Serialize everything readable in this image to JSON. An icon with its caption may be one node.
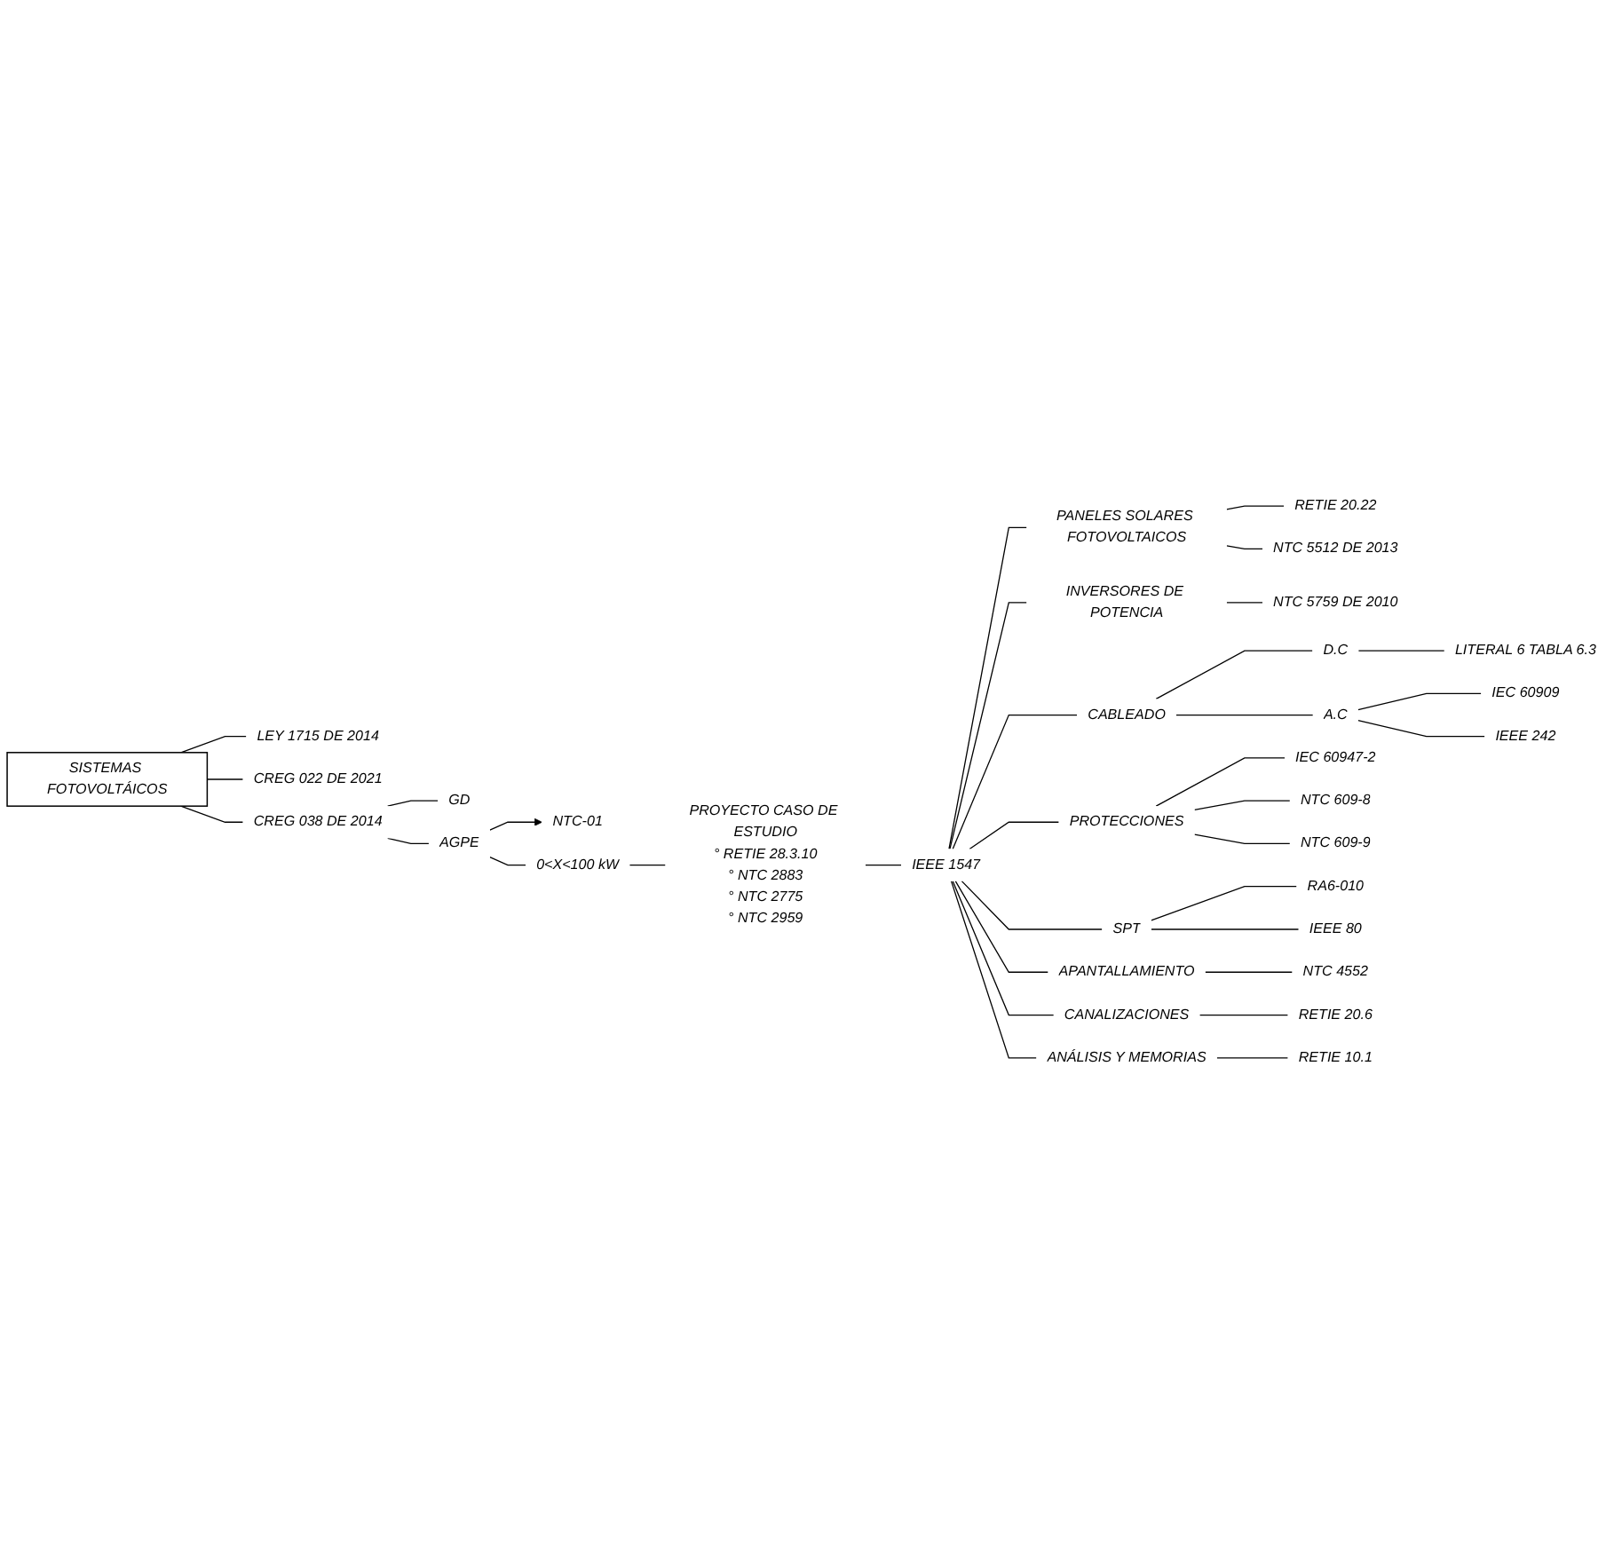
{
  "diagram": {
    "nodes": [
      {
        "text": [
          "SISTEMAS FOTOVOLTÁICOS"
        ]
      },
      {
        "text": [
          "LEY 1715 DE 2014"
        ]
      },
      {
        "text": [
          "CREG 022 DE 2021"
        ]
      },
      {
        "text": [
          "CREG 038 DE 2014"
        ]
      },
      {
        "text": [
          "GD"
        ]
      },
      {
        "text": [
          "AGPE"
        ]
      },
      {
        "text": [
          "NTC-01"
        ]
      },
      {
        "text": [
          "0<X<100 kW"
        ]
      },
      {
        "text": [
          "PROYECTO CASO DE ESTUDIO",
          "° RETIE 28.3.10",
          "° NTC 2883",
          "° NTC 2775",
          "° NTC 2959"
        ]
      },
      {
        "text": [
          "IEEE 1547"
        ]
      },
      {
        "text": [
          "PANELES SOLARES FOTOVOLTAICOS"
        ]
      },
      {
        "text": [
          "RETIE 20.22"
        ]
      },
      {
        "text": [
          "NTC 5512 DE 2013"
        ]
      },
      {
        "text": [
          "INVERSORES DE POTENCIA"
        ]
      },
      {
        "text": [
          "NTC 5759 DE 2010"
        ]
      },
      {
        "text": [
          "CABLEADO"
        ]
      },
      {
        "text": [
          "D.C"
        ]
      },
      {
        "text": [
          "LITERAL 6 TABLA 6.3"
        ]
      },
      {
        "text": [
          "A.C"
        ]
      },
      {
        "text": [
          "IEC 60909"
        ]
      },
      {
        "text": [
          "IEEE 242"
        ]
      },
      {
        "text": [
          "PROTECCIONES"
        ]
      },
      {
        "text": [
          "IEC 60947-2"
        ]
      },
      {
        "text": [
          "NTC 609-8"
        ]
      },
      {
        "text": [
          "NTC 609-9"
        ]
      },
      {
        "text": [
          "SPT"
        ]
      },
      {
        "text": [
          "RA6-010"
        ]
      },
      {
        "text": [
          "IEEE 80"
        ]
      },
      {
        "text": [
          "APANTALLAMIENTO"
        ]
      },
      {
        "text": [
          "NTC 4552"
        ]
      },
      {
        "text": [
          "CANALIZACIONES"
        ]
      },
      {
        "text": [
          "RETIE 20.6"
        ]
      },
      {
        "text": [
          "ANÁLISIS Y MEMORIAS"
        ]
      },
      {
        "text": [
          "RETIE 10.1"
        ]
      }
    ],
    "edges": [
      {
        "from": 0,
        "to": 1,
        "arrow": "none"
      },
      {
        "from": 0,
        "to": 2,
        "arrow": "none"
      },
      {
        "from": 0,
        "to": 3,
        "arrow": "none"
      },
      {
        "from": 3,
        "to": 5,
        "arrow": "none"
      },
      {
        "from": 3,
        "to": 4,
        "arrow": "none"
      },
      {
        "from": 5,
        "to": 6,
        "arrow": "to"
      },
      {
        "from": 5,
        "to": 7,
        "arrow": "none"
      },
      {
        "from": 7,
        "to": 8,
        "arrow": "none"
      },
      {
        "from": 8,
        "to": 9,
        "arrow": "none"
      },
      {
        "from": 9,
        "to": 10,
        "arrow": "none"
      },
      {
        "from": 10,
        "to": 11,
        "arrow": "none"
      },
      {
        "from": 10,
        "to": 12,
        "arrow": "none"
      },
      {
        "from": 9,
        "to": 13,
        "arrow": "none"
      },
      {
        "from": 13,
        "to": 14,
        "arrow": "none"
      },
      {
        "from": 9,
        "to": 15,
        "arrow": "none"
      },
      {
        "from": 15,
        "to": 16,
        "arrow": "none"
      },
      {
        "from": 15,
        "to": 18,
        "arrow": "none"
      },
      {
        "from": 16,
        "to": 17,
        "arrow": "none"
      },
      {
        "from": 18,
        "to": 19,
        "arrow": "none"
      },
      {
        "from": 18,
        "to": 20,
        "arrow": "none"
      },
      {
        "from": 9,
        "to": 21,
        "arrow": "none"
      },
      {
        "from": 21,
        "to": 22,
        "arrow": "none"
      },
      {
        "from": 21,
        "to": 23,
        "arrow": "none"
      },
      {
        "from": 21,
        "to": 24,
        "arrow": "none"
      },
      {
        "from": 9,
        "to": 25,
        "arrow": "none"
      },
      {
        "from": 25,
        "to": 26,
        "arrow": "none"
      },
      {
        "from": 25,
        "to": 27,
        "arrow": "none"
      },
      {
        "from": 9,
        "to": 28,
        "arrow": "none"
      },
      {
        "from": 28,
        "to": 29,
        "arrow": "none"
      },
      {
        "from": 9,
        "to": 30,
        "arrow": "none"
      },
      {
        "from": 30,
        "to": 31,
        "arrow": "none"
      },
      {
        "from": 9,
        "to": 32,
        "arrow": "none"
      },
      {
        "from": 32,
        "to": 33,
        "arrow": "none"
      }
    ]
  }
}
